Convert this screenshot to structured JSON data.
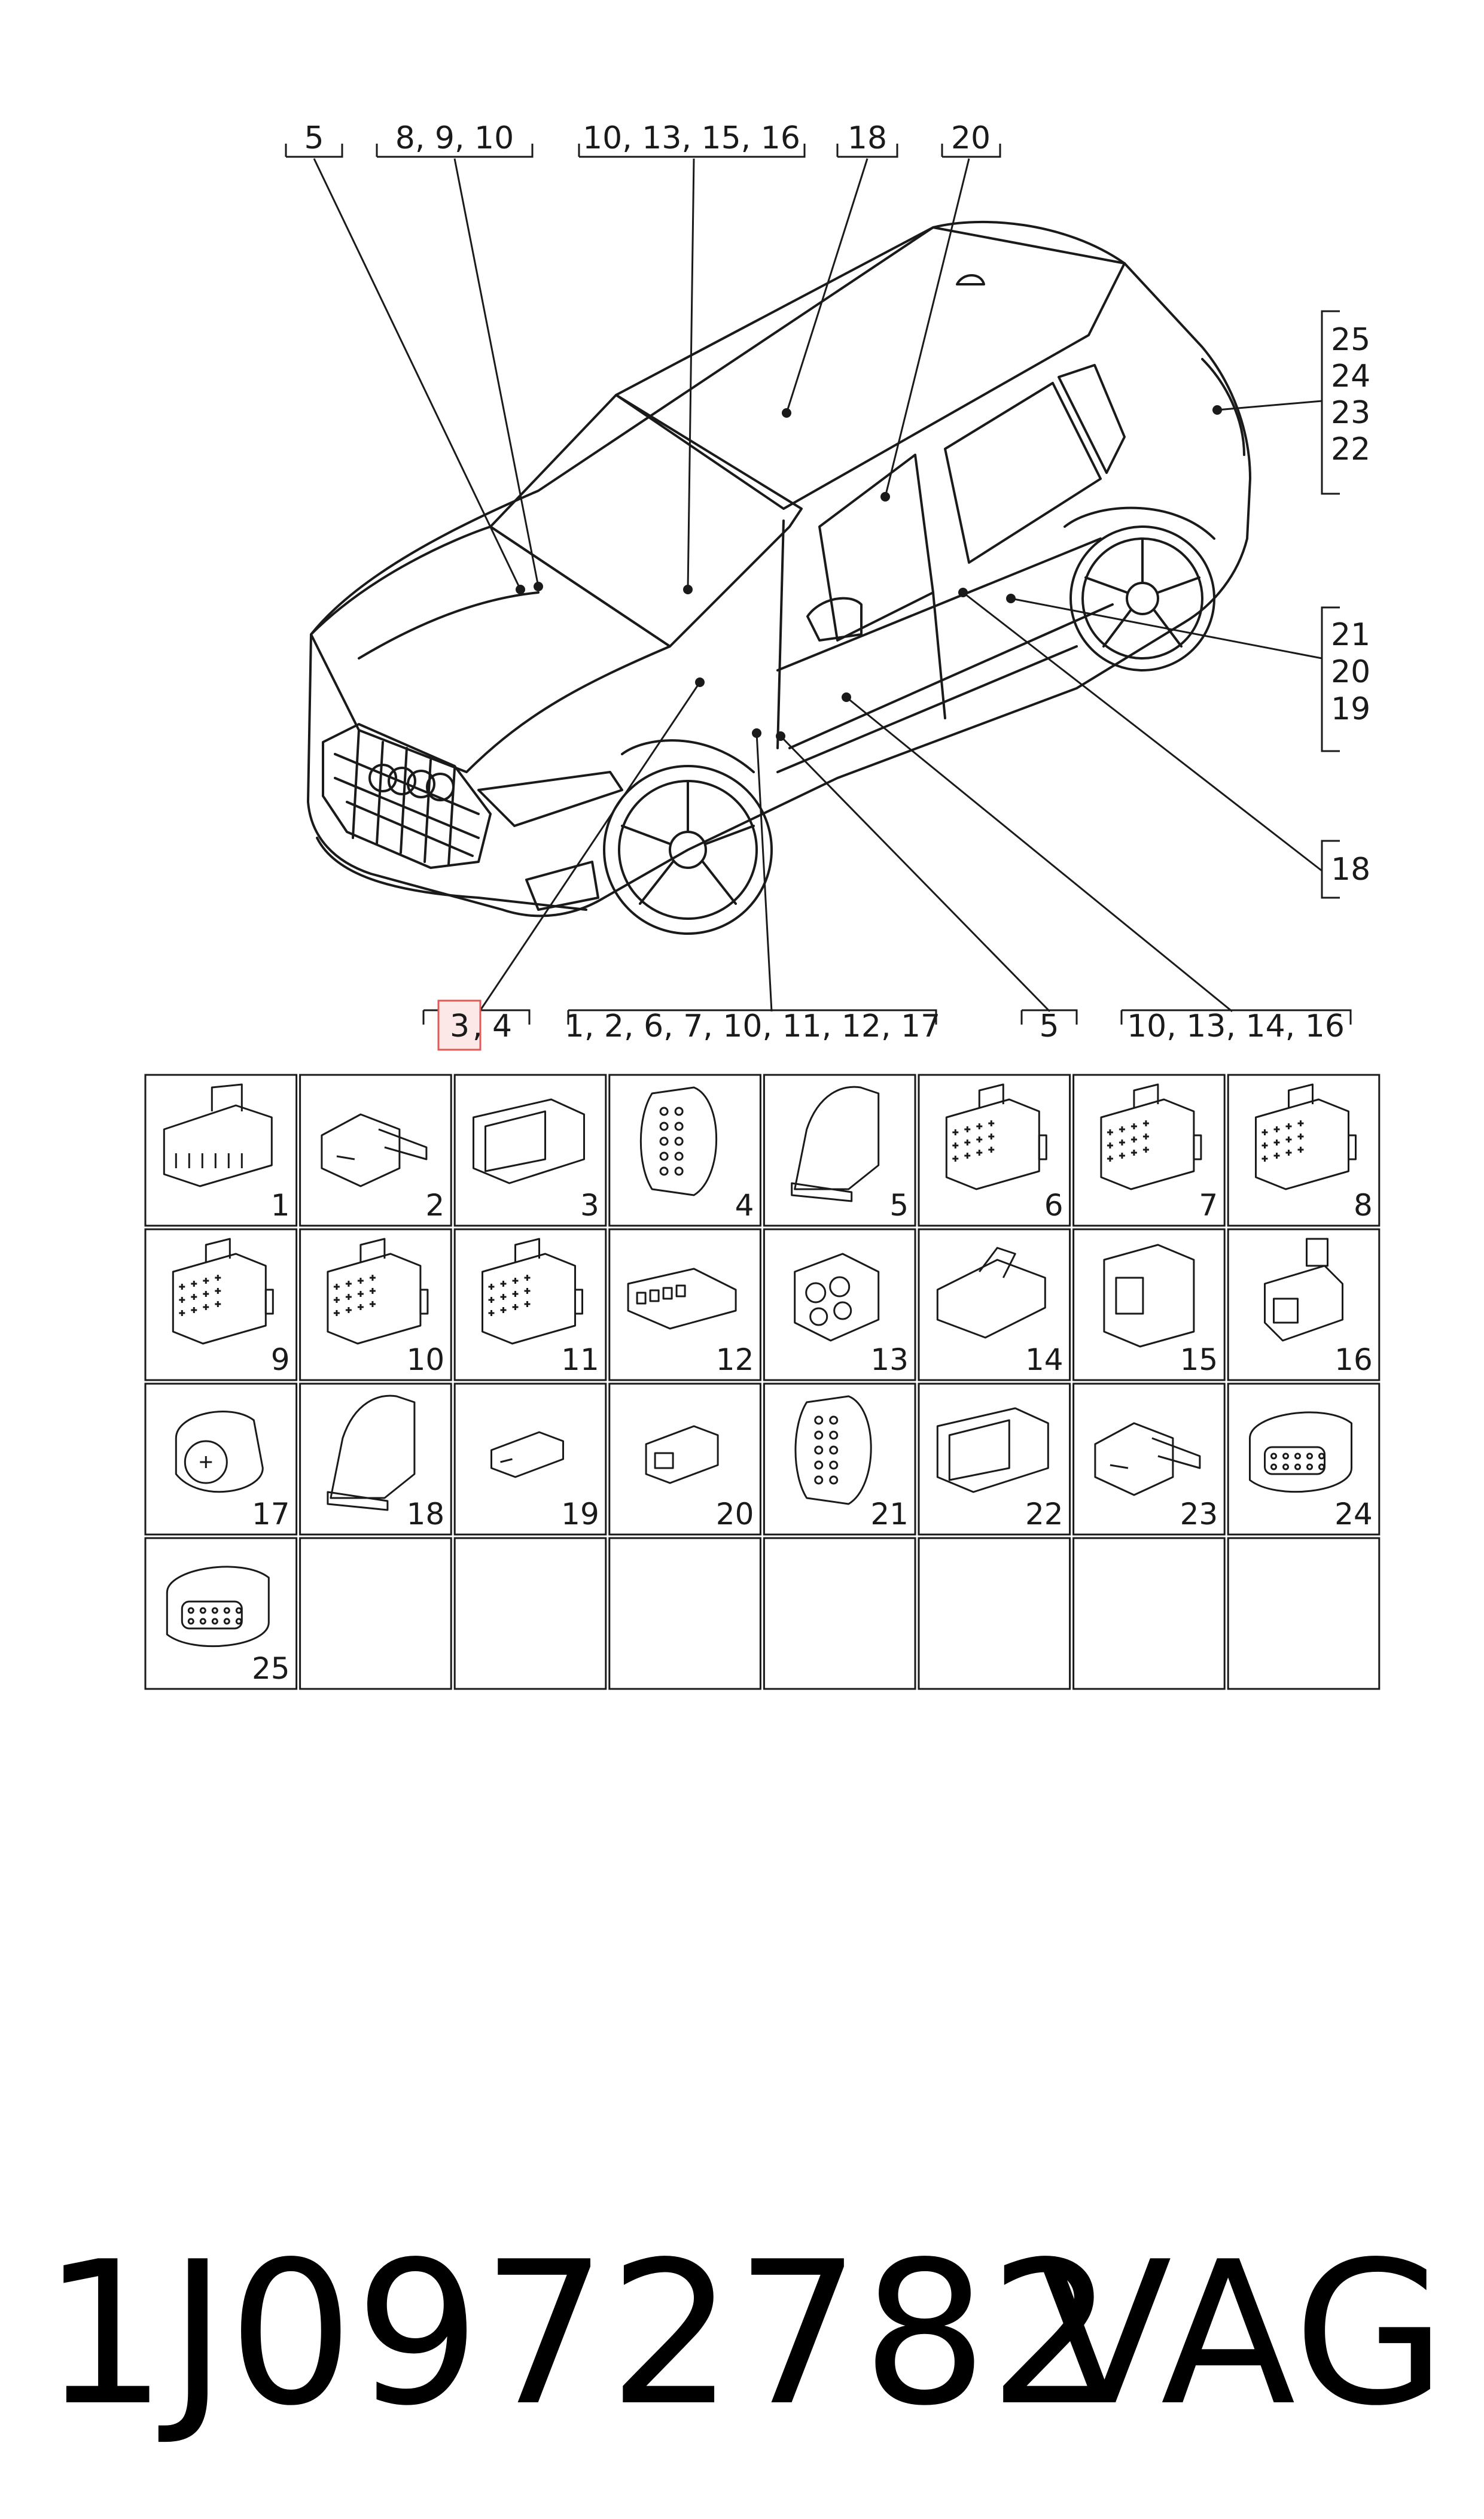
{
  "callouts_top": [
    {
      "text": "5"
    },
    {
      "text": "8, 9, 10"
    },
    {
      "text": "10, 13, 15, 16"
    },
    {
      "text": "18"
    },
    {
      "text": "20"
    }
  ],
  "callouts_right": [
    {
      "lines": [
        "25",
        "24",
        "23",
        "22"
      ]
    },
    {
      "lines": [
        "21",
        "20",
        "19"
      ]
    },
    {
      "lines": [
        "18"
      ]
    }
  ],
  "callouts_bottom": [
    {
      "text": "3, 4",
      "highlight": "3"
    },
    {
      "text": "1, 2, 6, 7, 10, 11, 12, 17"
    },
    {
      "text": "5"
    },
    {
      "text": "10, 13, 14, 16"
    }
  ],
  "connectors": [
    {
      "num": "1",
      "shape": "wide-housing"
    },
    {
      "num": "2",
      "shape": "angled-latch"
    },
    {
      "num": "3",
      "shape": "frame"
    },
    {
      "num": "4",
      "shape": "round-multi"
    },
    {
      "num": "5",
      "shape": "elbow-boot"
    },
    {
      "num": "6",
      "shape": "block-grid"
    },
    {
      "num": "7",
      "shape": "block-grid"
    },
    {
      "num": "8",
      "shape": "block-grid"
    },
    {
      "num": "9",
      "shape": "block-grid"
    },
    {
      "num": "10",
      "shape": "block-grid"
    },
    {
      "num": "11",
      "shape": "block-grid"
    },
    {
      "num": "12",
      "shape": "flat-strip"
    },
    {
      "num": "13",
      "shape": "multi-round"
    },
    {
      "num": "14",
      "shape": "wedge"
    },
    {
      "num": "15",
      "shape": "tall-box"
    },
    {
      "num": "16",
      "shape": "sealed-small"
    },
    {
      "num": "17",
      "shape": "round-single"
    },
    {
      "num": "18",
      "shape": "elbow-boot"
    },
    {
      "num": "19",
      "shape": "mini-block"
    },
    {
      "num": "20",
      "shape": "mini-plug"
    },
    {
      "num": "21",
      "shape": "round-multi"
    },
    {
      "num": "22",
      "shape": "frame"
    },
    {
      "num": "23",
      "shape": "angled-latch"
    },
    {
      "num": "24",
      "shape": "oval-multi"
    },
    {
      "num": "25",
      "shape": "oval-multi"
    },
    {
      "num": "",
      "shape": ""
    },
    {
      "num": "",
      "shape": ""
    },
    {
      "num": "",
      "shape": ""
    },
    {
      "num": "",
      "shape": ""
    },
    {
      "num": "",
      "shape": ""
    },
    {
      "num": "",
      "shape": ""
    },
    {
      "num": "",
      "shape": ""
    }
  ],
  "footer": {
    "part_number": "1J0972782",
    "brand": "VAG"
  },
  "colors": {
    "ink": "#1a1a1a",
    "highlight_border": "#e05a5a",
    "highlight_fill": "#fde8e8"
  }
}
